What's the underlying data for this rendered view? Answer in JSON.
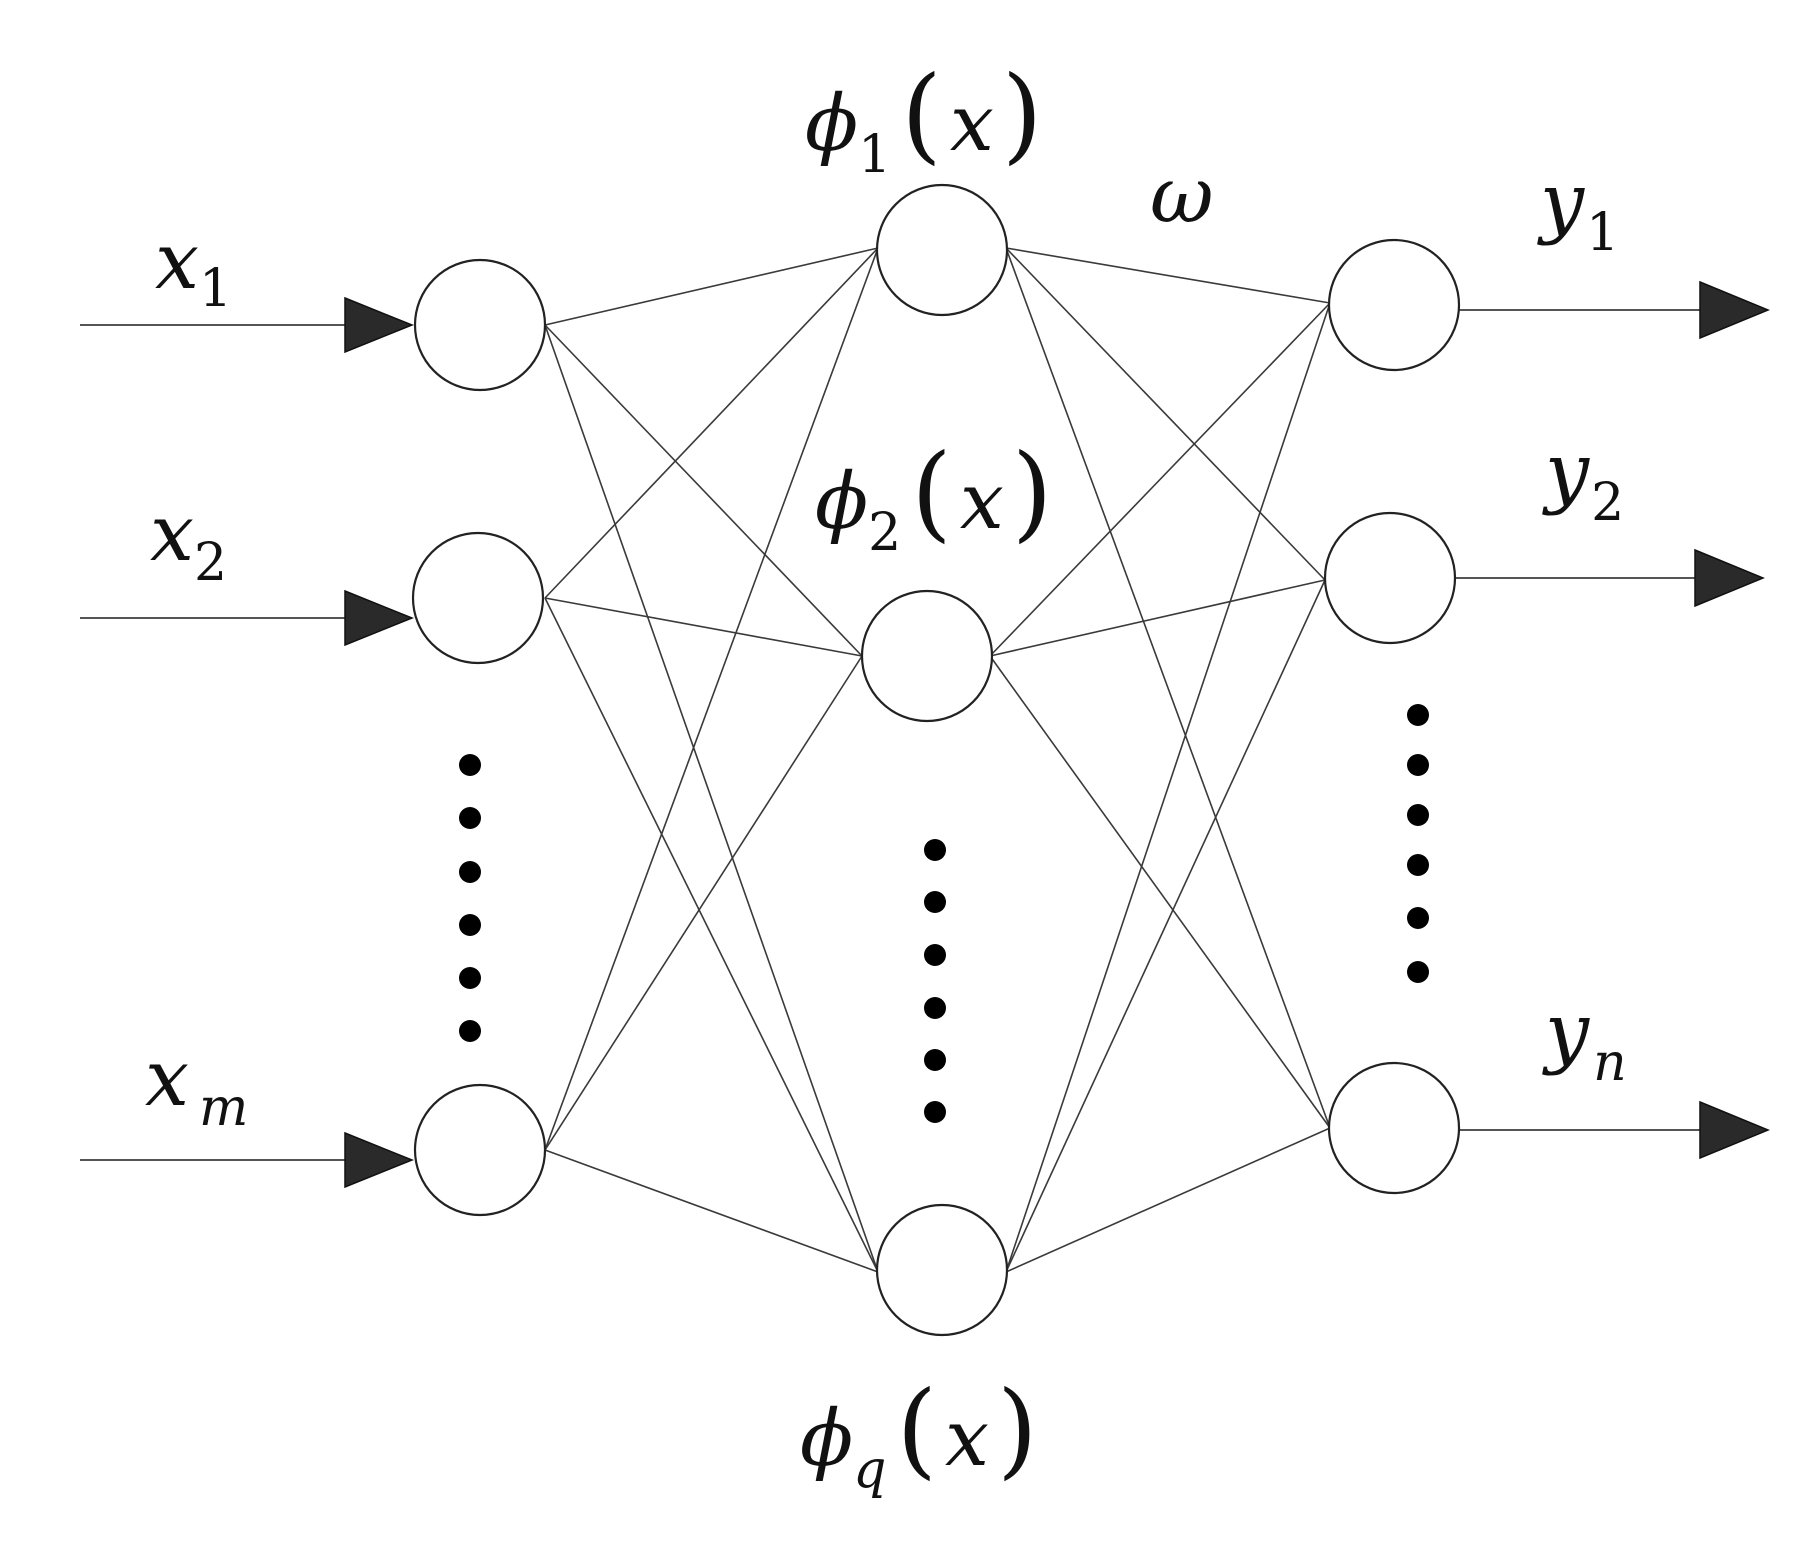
{
  "labels": {
    "input_symbol": "x",
    "input_subscripts": [
      "1",
      "2",
      "m"
    ],
    "hidden_symbol": "ϕ",
    "hidden_subscripts": [
      "1",
      "2",
      "q"
    ],
    "hidden_argument": "x",
    "open_paren": "(",
    "close_paren": ")",
    "weight_symbol": "ω",
    "output_symbol": "y",
    "output_subscripts": [
      "1",
      "2",
      "n"
    ]
  },
  "layers": {
    "input_nodes": 3,
    "hidden_nodes": 3,
    "output_nodes": 3,
    "fully_connected": true
  }
}
